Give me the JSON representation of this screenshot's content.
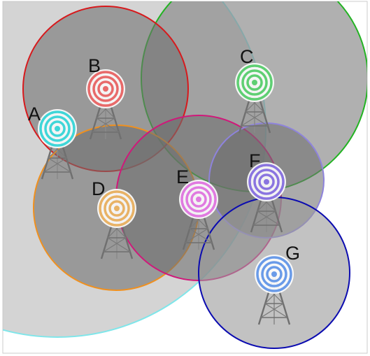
{
  "diagram": {
    "stations": [
      {
        "label": "A",
        "color": "#3fd6d8",
        "ring_color": "#7fe6ea"
      },
      {
        "label": "B",
        "color": "#e86a6a",
        "ring_color": "#d7191c"
      },
      {
        "label": "C",
        "color": "#5fcf73",
        "ring_color": "#22b322"
      },
      {
        "label": "D",
        "color": "#e8b266",
        "ring_color": "#f0901e"
      },
      {
        "label": "E",
        "color": "#e07ae0",
        "ring_color": "#d0187a"
      },
      {
        "label": "F",
        "color": "#8a74e0",
        "ring_color": "#8e83dc"
      },
      {
        "label": "G",
        "color": "#6a9be8",
        "ring_color": "#0b0bb0"
      }
    ]
  }
}
